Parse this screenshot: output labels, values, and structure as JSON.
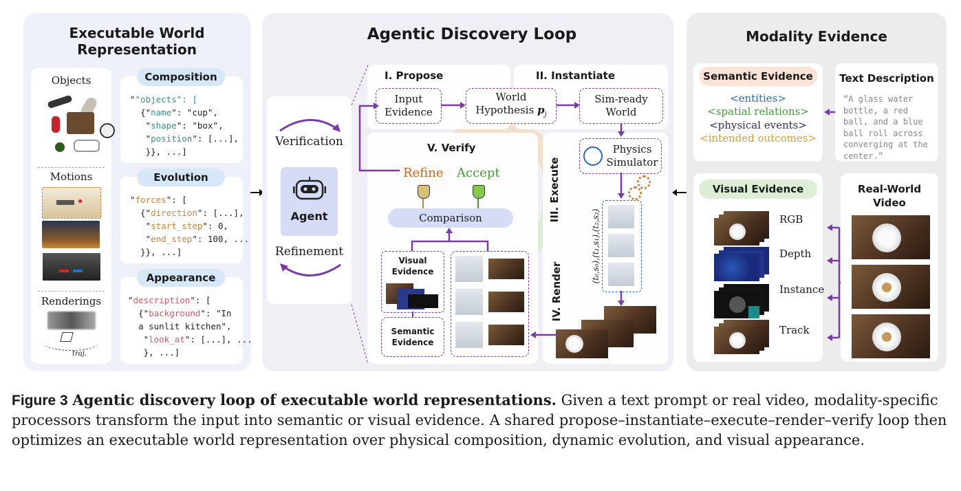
{
  "left": {
    "title": "Executable World Representation",
    "objects_label": "Objects",
    "motions_label": "Motions",
    "renderings_label": "Renderings",
    "traj_label": "traj.",
    "composition": {
      "title": "Composition",
      "l1a": "\"objects\": [",
      "l2a": "{\"",
      "l2k": "name",
      "l2b": "\": \"cup\",",
      "l3k": "shape",
      "l3b": "\": \"box\",",
      "l4k": "position",
      "l4b": "\": [...],",
      "l5": "}}, ...]"
    },
    "evolution": {
      "title": "Evolution",
      "l1k": "forces",
      "l1b": "\": [",
      "l2k": "direction",
      "l2b": "\": [...],",
      "l3k": "start_step",
      "l3b": "\": 0,",
      "l4k": "end_step",
      "l4b": "\": 100, ...",
      "l5": "}}, ...]"
    },
    "appearance": {
      "title": "Appearance",
      "l1k": "description",
      "l1b": "\": [",
      "l2k": "background",
      "l2b": "\": \"In",
      "l3": "a sunlit kitchen\",",
      "l4k": "look_at",
      "l4b": "\": [...], ...",
      "l5": "}, ...]"
    }
  },
  "center": {
    "title": "Agentic Discovery Loop",
    "verification": "Verification",
    "refinement": "Refinement",
    "agent": "Agent",
    "propose": "I. Propose",
    "instantiate": "II. Instantiate",
    "execute": "III. Execute",
    "render": "IV. Render",
    "verify": "V. Verify",
    "input_evidence_1": "Input",
    "input_evidence_2": "Evidence",
    "world_hyp_1": "World",
    "world_hyp_2": "Hypothesis",
    "world_hyp_var": "p",
    "world_hyp_sub": "j",
    "sim_ready_1": "Sim-ready",
    "sim_ready_2": "World",
    "physics_1": "Physics",
    "physics_2": "Simulator",
    "refine": "Refine",
    "accept": "Accept",
    "comparison": "Comparison",
    "visual_ev_1": "Visual",
    "visual_ev_2": "Evidence",
    "semantic_ev_1": "Semantic",
    "semantic_ev_2": "Evidence",
    "timesteps": "(t₀,s₀),(t₁,s₁),(t₂,s₂)"
  },
  "right": {
    "title": "Modality Evidence",
    "semantic_title": "Semantic Evidence",
    "entities": "<entities>",
    "spatial": "<spatial relations>",
    "physical": "<physical events>",
    "intended": "<intended outcomes>",
    "text_desc_title": "Text Description",
    "text_desc": "“A glass water bottle, a red ball, and a blue ball roll across  converging at the center.”",
    "visual_title": "Visual Evidence",
    "rgb": "RGB",
    "depth": "Depth",
    "instance": "Instance",
    "track": "Track",
    "video_title_1": "Real-World",
    "video_title_2": "Video"
  },
  "caption": {
    "label": "Figure 3",
    "bold": "Agentic discovery loop of executable world representations.",
    "text": " Given a text prompt or real video, modality-specific processors transform the input into semantic or visual evidence. A shared propose–instantiate–execute–render–verify loop then optimizes an executable world representation over physical composition, dynamic evolution, and visual appearance."
  },
  "colors": {
    "purple": "#7a3aa8",
    "left_panel": "#eef0fa",
    "center_panel": "#f0eff6",
    "right_panel": "#ececec",
    "blue_pill": "#d6e8f8",
    "semantic_pill": "#fbe3d6",
    "visual_pill": "#dcefd6",
    "comparison": "#d6dcf6"
  }
}
